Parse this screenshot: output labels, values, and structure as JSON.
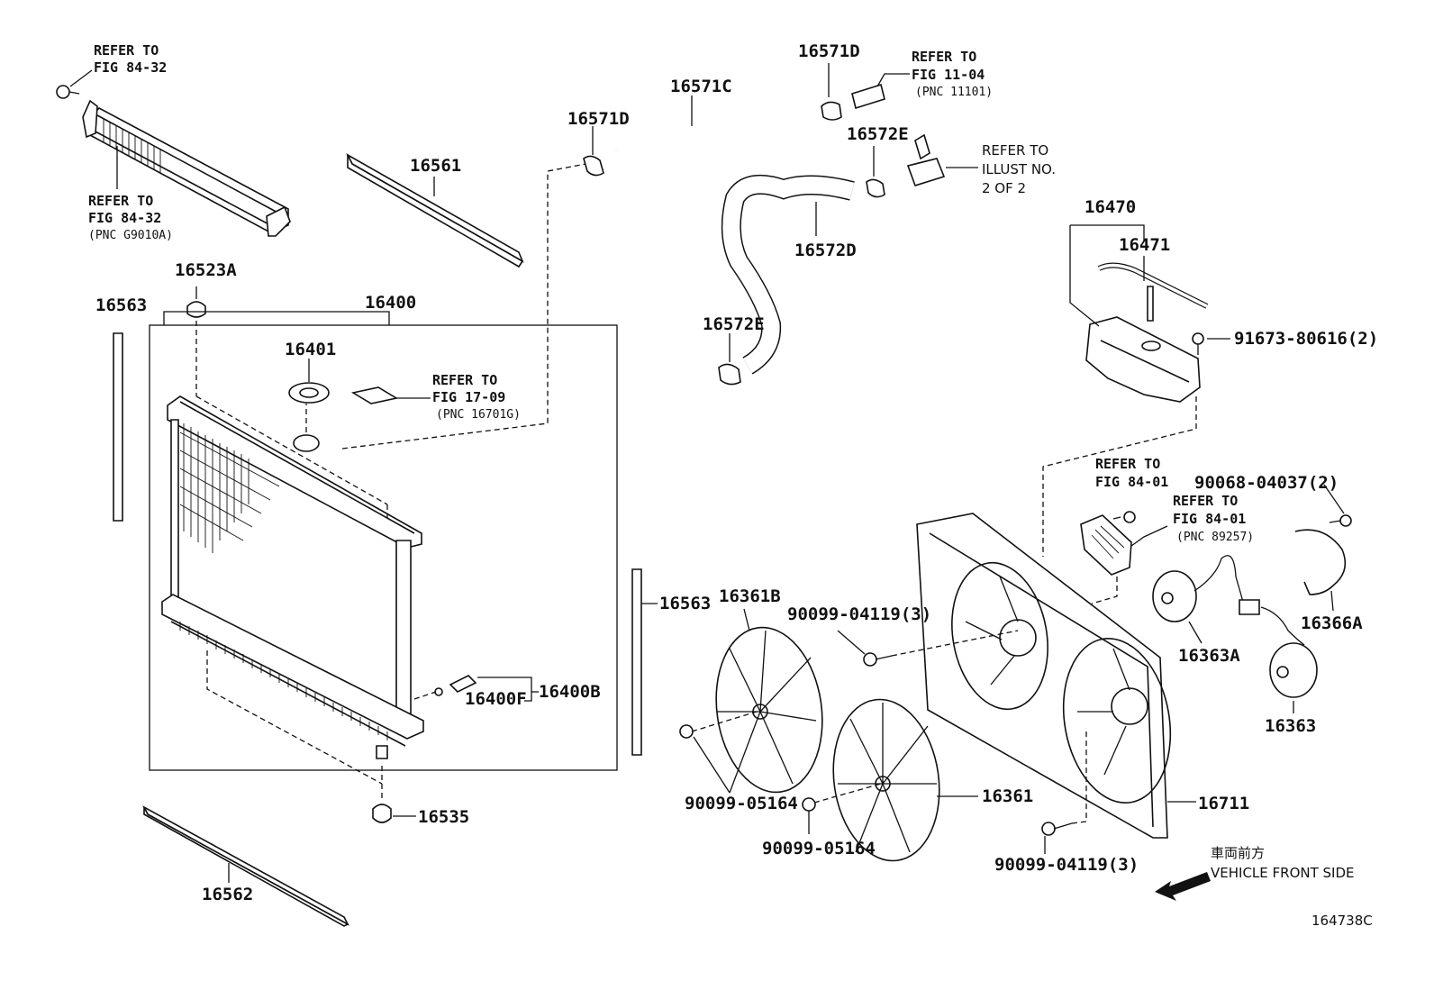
{
  "labels": {
    "p16561": "16561",
    "p16563_left": "16563",
    "p16563_right": "16563",
    "p16523A": "16523A",
    "p16400": "16400",
    "p16401": "16401",
    "p16571C": "16571C",
    "p16571D_left": "16571D",
    "p16571D_top": "16571D",
    "p16572E_top": "16572E",
    "p16572D": "16572D",
    "p16572E_bottom": "16572E",
    "p16470": "16470",
    "p16471": "16471",
    "p91673": "91673-80616(2)",
    "p16400B": "16400B",
    "p16400F": "16400F",
    "p16535": "16535",
    "p16562": "16562",
    "p16361B": "16361B",
    "p90099_04119_top": "90099-04119(3)",
    "p90099_05164_left": "90099-05164",
    "p16361": "16361",
    "p90099_05164_mid": "90099-05164",
    "p90099_04119_bottom": "90099-04119(3)",
    "p16711": "16711",
    "p16363A": "16363A",
    "p16363": "16363",
    "p16366A": "16366A",
    "p90068": "90068-04037(2)",
    "diagram_id": "164738C"
  },
  "refs": {
    "ref_8432_top": [
      "REFER TO",
      "FIG 84-32"
    ],
    "ref_8432_bottom": [
      "REFER TO",
      "FIG 84-32",
      "(PNC G9010A)"
    ],
    "ref_1104": [
      "REFER TO",
      "FIG 11-04",
      "(PNC 11101)"
    ],
    "ref_illust": [
      "REFER TO",
      "ILLUST NO.",
      "2 OF 2"
    ],
    "ref_1709": [
      "REFER TO",
      "FIG 17-09",
      "(PNC 16701G)"
    ],
    "ref_8401_a": [
      "REFER TO",
      "FIG 84-01"
    ],
    "ref_8401_b": [
      "REFER TO",
      "FIG 84-01",
      "(PNC 89257)"
    ]
  },
  "direction": {
    "japanese": "車両前方",
    "english": "VEHICLE FRONT SIDE"
  }
}
